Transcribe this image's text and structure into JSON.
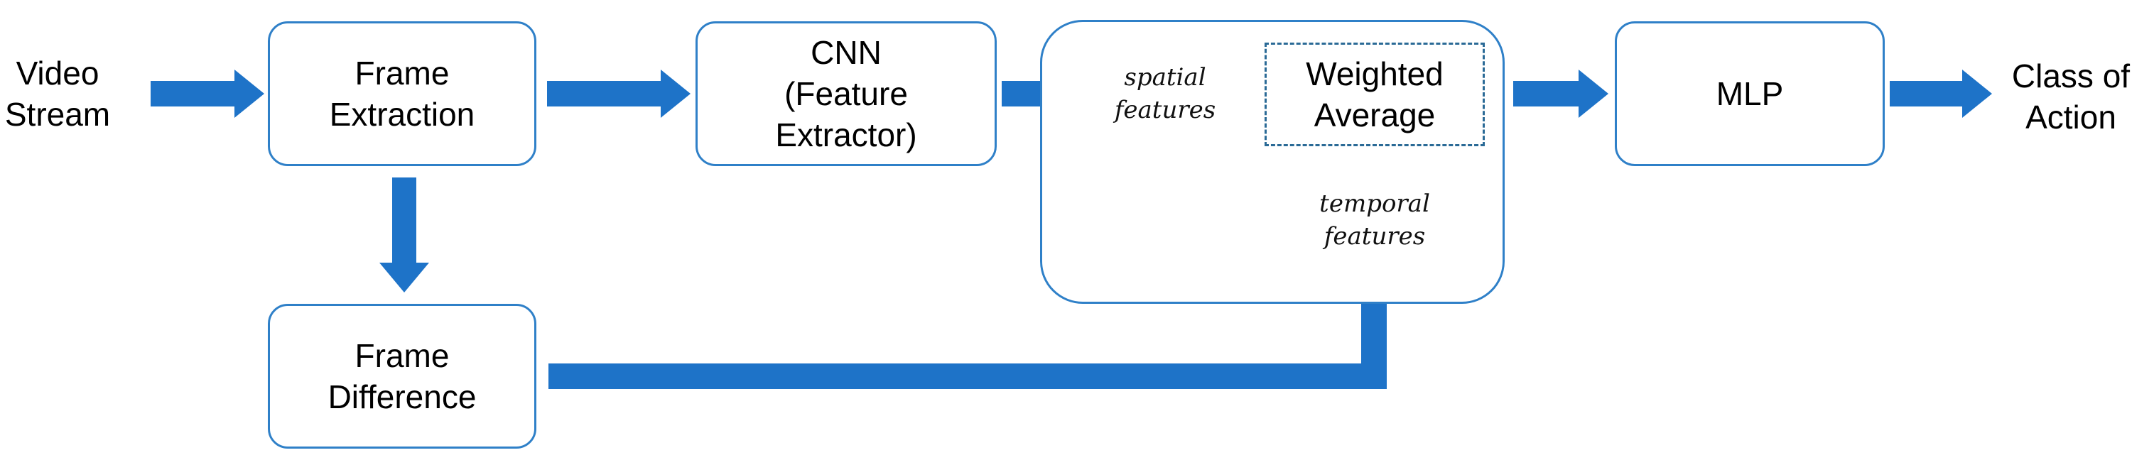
{
  "inputs": {
    "video_stream": [
      "Video",
      "Stream"
    ]
  },
  "outputs": {
    "class_of_action": [
      "Class of",
      "Action"
    ]
  },
  "boxes": {
    "frame_extraction": [
      "Frame",
      "Extraction"
    ],
    "frame_difference": [
      "Frame",
      "Difference"
    ],
    "cnn": [
      "CNN",
      "(Feature",
      "Extractor)"
    ],
    "weighted_average": [
      "Weighted",
      "Average"
    ],
    "mlp": [
      "MLP"
    ]
  },
  "annotations": {
    "spatial_features": [
      "spatial",
      "features"
    ],
    "temporal_features": [
      "temporal",
      "features"
    ]
  },
  "colors": {
    "arrow": "#1e73c8",
    "box_border": "#2f80c8",
    "dashed_border": "#2a6a96"
  }
}
